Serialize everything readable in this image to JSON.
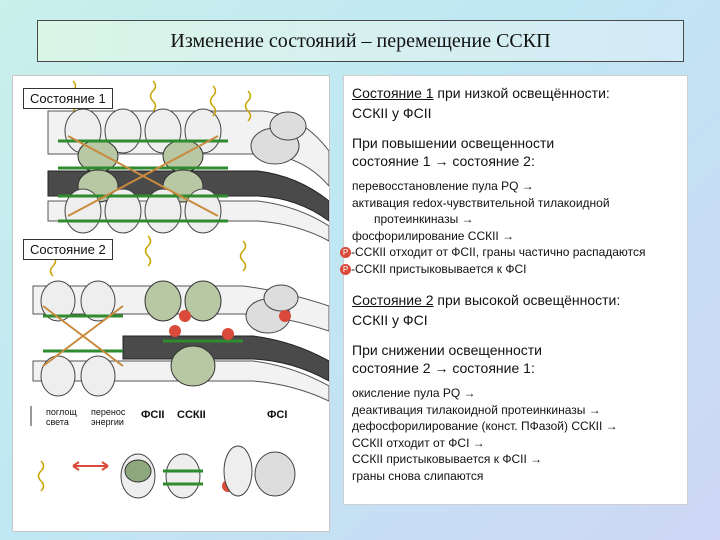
{
  "title": "Изменение состояний – перемещение ССКП",
  "diagram": {
    "state1_label": "Состояние 1",
    "state2_label": "Состояние 2",
    "legend": {
      "absorb": "поглощ света",
      "transfer": "перенос энергии",
      "ps2": "ФСII",
      "lhc2": "ССКII",
      "ps1": "ФСI"
    },
    "phospho_mark": "P"
  },
  "panel": {
    "s1_head_state": "Состояние 1",
    "s1_head_rest": " при низкой освещённости:",
    "s1_head_line2": "ССКII у ФСII",
    "s1_trans_line1": "При повышении освещенности",
    "s1_trans_line2": "состояние 1 → состояние 2:",
    "s1_steps": [
      "перевосстановление пула PQ  →",
      "активация redox-чувствительной  тилакоидной",
      "протеинкиназы →",
      "фосфорилирование ССКII  →",
      "-ССКII отходит от ФСII, граны частично распадаются",
      "-ССКII пристыковывается к ФСI"
    ],
    "s2_head_state": "Состояние 2",
    "s2_head_rest": " при высокой освещённости:",
    "s2_head_line2": "ССКII у ФСI",
    "s2_trans_line1": "При снижении освещенности",
    "s2_trans_line2": "состояние 2 → состояние 1:",
    "s2_steps": [
      "окисление пула PQ  →",
      "деактивация тилакоидной протеинкиназы   →",
      "дефосфорилирование (конст. ПФазой) ССКII      →",
      "ССКII отходит от ФСI      →",
      "ССКII пристыковывается к ФСII  →",
      "граны снова слипаются"
    ]
  }
}
